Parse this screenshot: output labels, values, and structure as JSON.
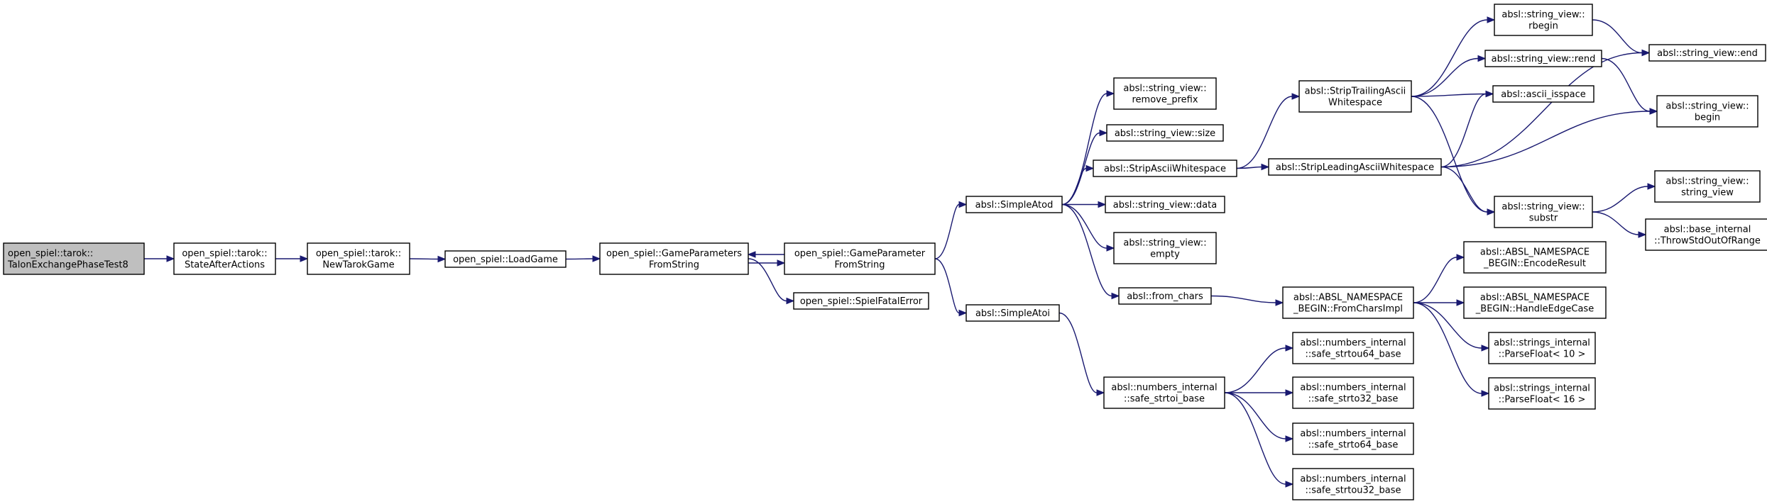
{
  "graph": {
    "edge_color": "#191970",
    "root_fill": "#bfbfbf",
    "node_fill": "#ffffff",
    "nodes": [
      {
        "id": "n0",
        "lines": [
          "open_spiel::tarok::",
          "TalonExchangePhaseTest8"
        ],
        "root": true
      },
      {
        "id": "n1",
        "lines": [
          "open_spiel::tarok::",
          "StateAfterActions"
        ]
      },
      {
        "id": "n2",
        "lines": [
          "open_spiel::tarok::",
          "NewTarokGame"
        ]
      },
      {
        "id": "n3",
        "lines": [
          "open_spiel::LoadGame"
        ]
      },
      {
        "id": "n4",
        "lines": [
          "open_spiel::GameParameters",
          "FromString"
        ]
      },
      {
        "id": "n5",
        "lines": [
          "open_spiel::GameParameter",
          "FromString"
        ]
      },
      {
        "id": "n6",
        "lines": [
          "open_spiel::SpielFatalError"
        ]
      },
      {
        "id": "n7",
        "lines": [
          "absl::SimpleAtod"
        ]
      },
      {
        "id": "n8",
        "lines": [
          "absl::SimpleAtoi"
        ]
      },
      {
        "id": "n9",
        "lines": [
          "absl::string_view::",
          "remove_prefix"
        ]
      },
      {
        "id": "n10",
        "lines": [
          "absl::string_view::size"
        ]
      },
      {
        "id": "n11",
        "lines": [
          "absl::StripAsciiWhitespace"
        ]
      },
      {
        "id": "n12",
        "lines": [
          "absl::string_view::data"
        ]
      },
      {
        "id": "n13",
        "lines": [
          "absl::string_view::",
          "empty"
        ]
      },
      {
        "id": "n14",
        "lines": [
          "absl::from_chars"
        ]
      },
      {
        "id": "n15",
        "lines": [
          "absl::numbers_internal",
          "::safe_strtoi_base"
        ]
      },
      {
        "id": "n16",
        "lines": [
          "absl::StripTrailingAscii",
          "Whitespace"
        ]
      },
      {
        "id": "n17",
        "lines": [
          "absl::StripLeadingAsciiWhitespace"
        ]
      },
      {
        "id": "n18",
        "lines": [
          "absl::ABSL_NAMESPACE",
          "_BEGIN::FromCharsImpl"
        ]
      },
      {
        "id": "n19",
        "lines": [
          "absl::numbers_internal",
          "::safe_strtou64_base"
        ]
      },
      {
        "id": "n20",
        "lines": [
          "absl::numbers_internal",
          "::safe_strto32_base"
        ]
      },
      {
        "id": "n21",
        "lines": [
          "absl::numbers_internal",
          "::safe_strto64_base"
        ]
      },
      {
        "id": "n22",
        "lines": [
          "absl::numbers_internal",
          "::safe_strtou32_base"
        ]
      },
      {
        "id": "n23",
        "lines": [
          "absl::string_view::",
          "rbegin"
        ]
      },
      {
        "id": "n24",
        "lines": [
          "absl::string_view::rend"
        ]
      },
      {
        "id": "n25",
        "lines": [
          "absl::ascii_isspace"
        ]
      },
      {
        "id": "n26",
        "lines": [
          "absl::string_view::",
          "substr"
        ]
      },
      {
        "id": "n27",
        "lines": [
          "absl::ABSL_NAMESPACE",
          "_BEGIN::EncodeResult"
        ]
      },
      {
        "id": "n28",
        "lines": [
          "absl::ABSL_NAMESPACE",
          "_BEGIN::HandleEdgeCase"
        ]
      },
      {
        "id": "n29",
        "lines": [
          "absl::strings_internal",
          "::ParseFloat< 10 >"
        ]
      },
      {
        "id": "n30",
        "lines": [
          "absl::strings_internal",
          "::ParseFloat< 16 >"
        ]
      },
      {
        "id": "n31",
        "lines": [
          "absl::string_view::end"
        ]
      },
      {
        "id": "n32",
        "lines": [
          "absl::string_view::",
          "begin"
        ]
      },
      {
        "id": "n33",
        "lines": [
          "absl::string_view::",
          "string_view"
        ]
      },
      {
        "id": "n34",
        "lines": [
          "absl::base_internal",
          "::ThrowStdOutOfRange"
        ]
      }
    ],
    "edges": [
      [
        "n0",
        "n1"
      ],
      [
        "n1",
        "n2"
      ],
      [
        "n2",
        "n3"
      ],
      [
        "n3",
        "n4"
      ],
      [
        "n4",
        "n5"
      ],
      [
        "n4",
        "n6"
      ],
      [
        "n5",
        "n4"
      ],
      [
        "n5",
        "n7"
      ],
      [
        "n5",
        "n8"
      ],
      [
        "n7",
        "n9"
      ],
      [
        "n7",
        "n10"
      ],
      [
        "n7",
        "n11"
      ],
      [
        "n7",
        "n12"
      ],
      [
        "n7",
        "n13"
      ],
      [
        "n7",
        "n14"
      ],
      [
        "n8",
        "n15"
      ],
      [
        "n11",
        "n16"
      ],
      [
        "n11",
        "n17"
      ],
      [
        "n14",
        "n18"
      ],
      [
        "n15",
        "n19"
      ],
      [
        "n15",
        "n20"
      ],
      [
        "n15",
        "n21"
      ],
      [
        "n15",
        "n22"
      ],
      [
        "n16",
        "n23"
      ],
      [
        "n16",
        "n24"
      ],
      [
        "n16",
        "n25"
      ],
      [
        "n16",
        "n26"
      ],
      [
        "n17",
        "n25"
      ],
      [
        "n17",
        "n26"
      ],
      [
        "n17",
        "n31"
      ],
      [
        "n17",
        "n32"
      ],
      [
        "n18",
        "n27"
      ],
      [
        "n18",
        "n28"
      ],
      [
        "n18",
        "n29"
      ],
      [
        "n18",
        "n30"
      ],
      [
        "n23",
        "n31"
      ],
      [
        "n24",
        "n32"
      ],
      [
        "n26",
        "n33"
      ],
      [
        "n26",
        "n34"
      ]
    ]
  }
}
